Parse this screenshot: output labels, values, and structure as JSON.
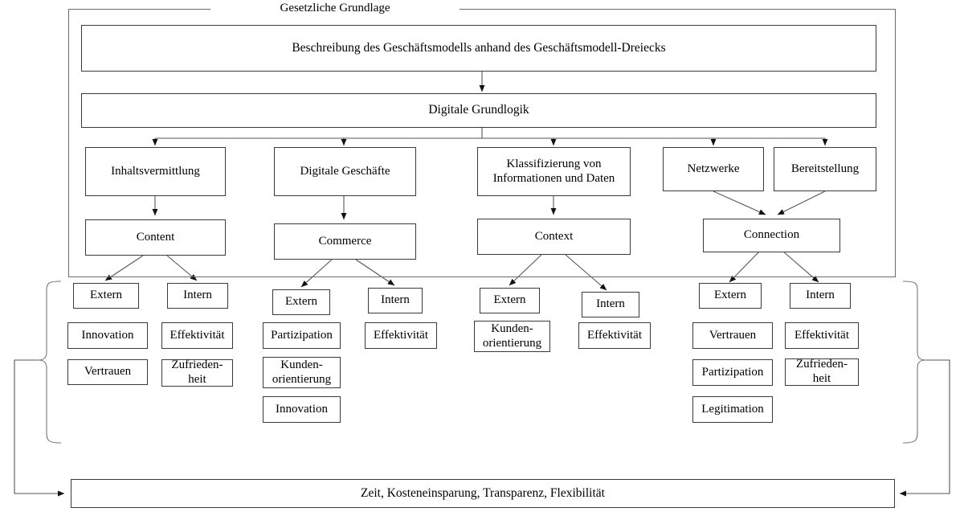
{
  "diagram": {
    "title": "Gesetzliche Grundlage",
    "top_box": "Beschreibung des Geschäftsmodells anhand des Geschäftsmodell-Dreiecks",
    "second_box": "Digitale Grundlogik",
    "bottom_bar": "Zeit, Kosteneinsparung, Transparenz, Flexibilität",
    "level3": [
      {
        "label": "Inhaltsvermittlung"
      },
      {
        "label": "Digitale Geschäfte"
      },
      {
        "label": "Klassifizierung von Informationen und Daten"
      },
      {
        "label": "Netzwerke"
      },
      {
        "label": "Bereitstellung"
      }
    ],
    "level4": [
      {
        "label": "Content"
      },
      {
        "label": "Commerce"
      },
      {
        "label": "Context"
      },
      {
        "label": "Connection"
      }
    ],
    "columns": [
      {
        "parent": "Content",
        "extern": {
          "label": "Extern",
          "items": [
            "Innovation",
            "Vertrauen"
          ]
        },
        "intern": {
          "label": "Intern",
          "items": [
            "Effektivität",
            "Zufrieden-heit"
          ]
        }
      },
      {
        "parent": "Commerce",
        "extern": {
          "label": "Extern",
          "items": [
            "Partizipation",
            "Kunden-orientierung",
            "Innovation"
          ]
        },
        "intern": {
          "label": "Intern",
          "items": [
            "Effektivität"
          ]
        }
      },
      {
        "parent": "Context",
        "extern": {
          "label": "Extern",
          "items": [
            "Kunden-orientierung"
          ]
        },
        "intern": {
          "label": "Intern",
          "items": [
            "Effektivität"
          ]
        }
      },
      {
        "parent": "Connection",
        "extern": {
          "label": "Extern",
          "items": [
            "Vertrauen",
            "Partizipation",
            "Legitimation"
          ]
        },
        "intern": {
          "label": "Intern",
          "items": [
            "Effektivität",
            "Zufrieden-heit"
          ]
        }
      }
    ],
    "colors": {
      "stroke": "#3a3a3a",
      "frame": "#6b6b6b",
      "text": "#000000",
      "background": "#ffffff"
    }
  }
}
